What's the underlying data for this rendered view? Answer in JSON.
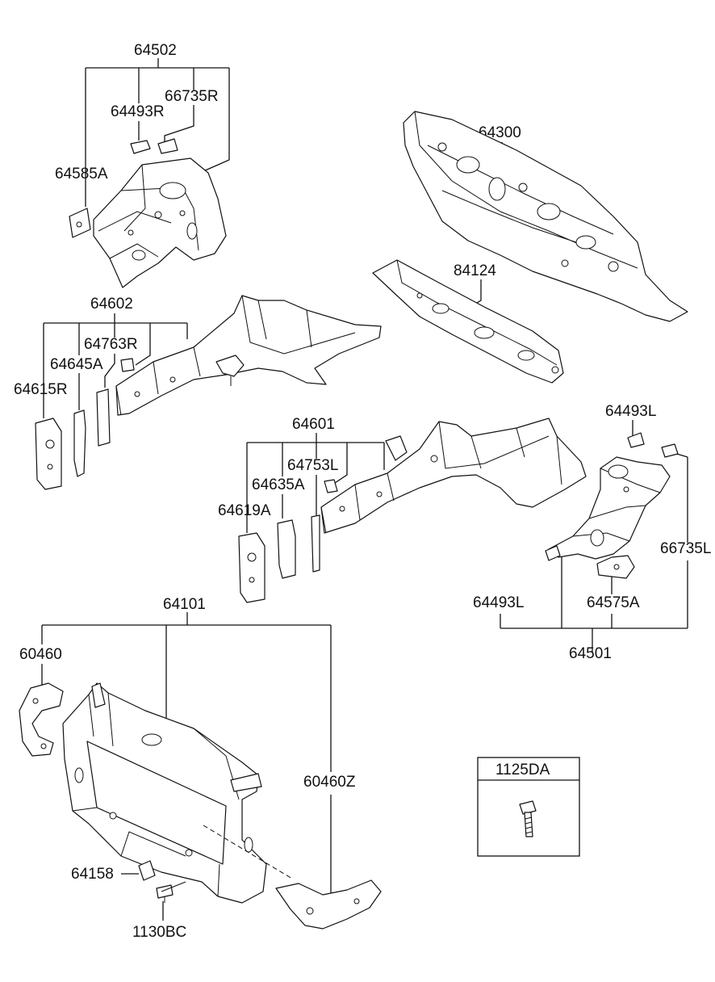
{
  "labels": {
    "p64502": "64502",
    "p64493R": "64493R",
    "p66735R": "66735R",
    "p64585A": "64585A",
    "p64300": "64300",
    "p84124": "84124",
    "p64602": "64602",
    "p64763R": "64763R",
    "p64645A": "64645A",
    "p64615R": "64615R",
    "p64601": "64601",
    "p64753L": "64753L",
    "p64635A": "64635A",
    "p64619A": "64619A",
    "p64493L_top": "64493L",
    "p66735L": "66735L",
    "p64493L_bottom": "64493L",
    "p64575A": "64575A",
    "p64501": "64501",
    "p64101": "64101",
    "p60460": "60460",
    "p60460Z": "60460Z",
    "p64158": "64158",
    "p1130BC": "1130BC",
    "p1125DA": "1125DA"
  }
}
